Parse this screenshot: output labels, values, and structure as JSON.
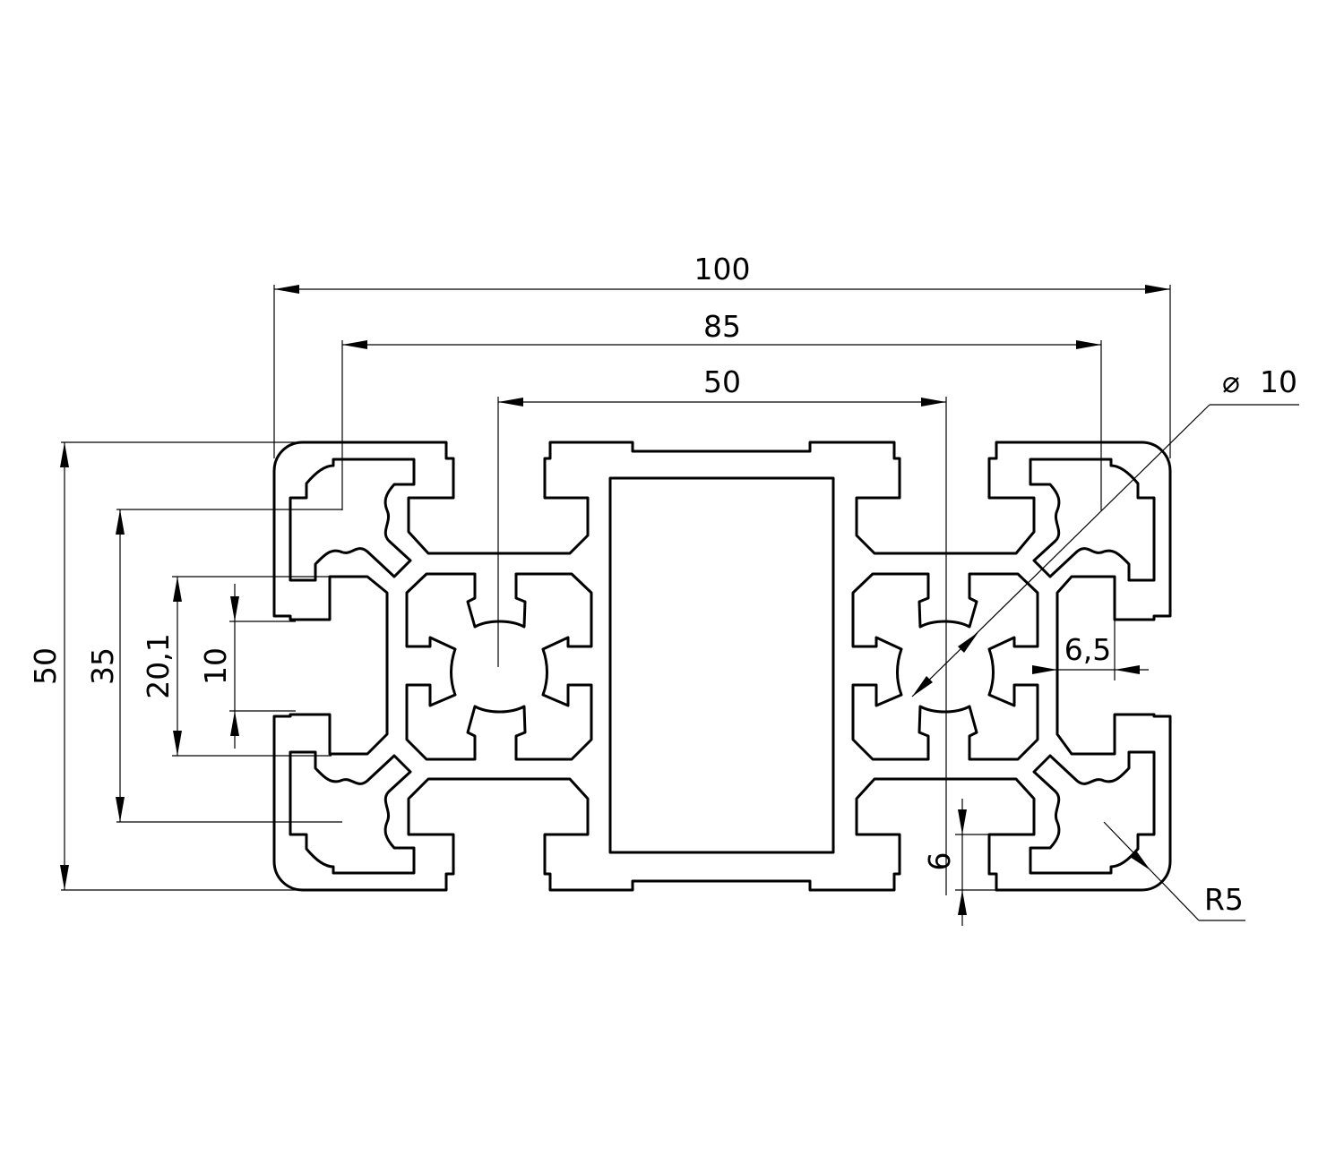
{
  "drawing": {
    "title": "Aluminium extrusion profile 50x100 cross-section",
    "colors": {
      "line": "#000000",
      "background": "#ffffff"
    },
    "dimensions": {
      "overall_width": "100",
      "slot_spacing_width": "85",
      "center_spacing_width": "50",
      "bore_diameter_symbol": "⌀",
      "bore_diameter": "10",
      "overall_height": "50",
      "slot_spacing_height": "35",
      "slot_opening_height": "20,1",
      "slot_width": "10",
      "wall_thickness": "6,5",
      "slot_depth": "6",
      "corner_radius": "R5"
    }
  }
}
